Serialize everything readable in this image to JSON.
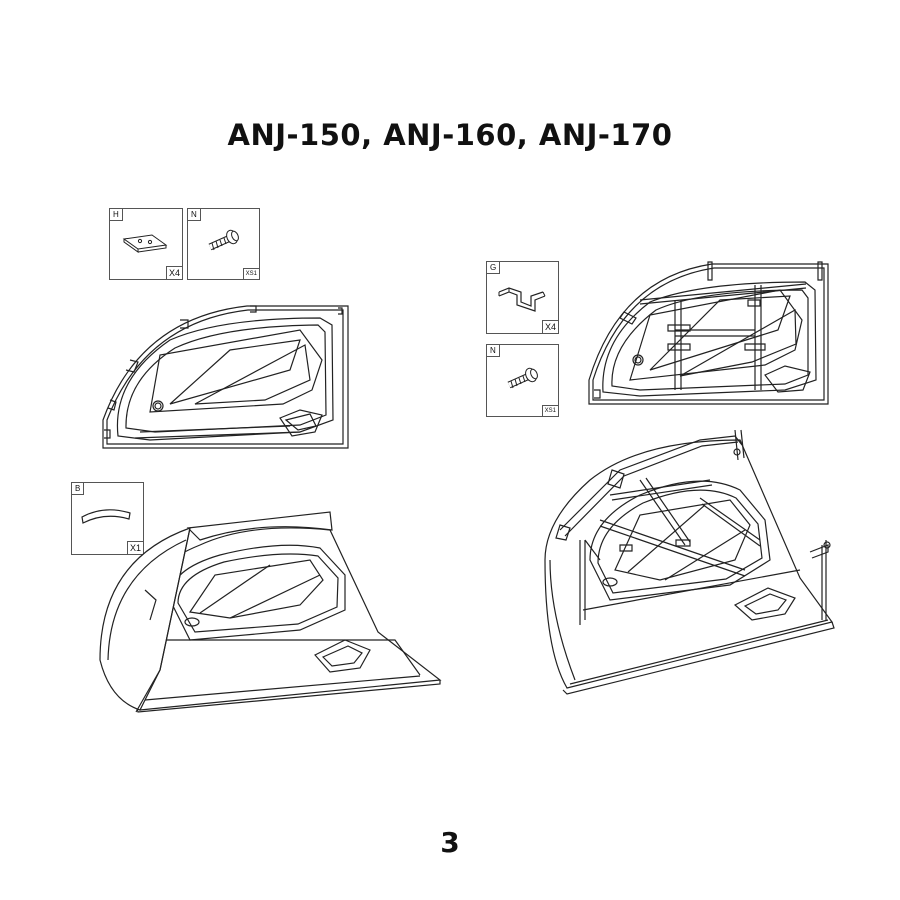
{
  "title": "ANJ-150, ANJ-160, ANJ-170",
  "page_number": "3",
  "parts": {
    "H": {
      "letter": "H",
      "qty": "X4",
      "icon": "mounting-bracket-icon"
    },
    "N_left": {
      "letter": "N",
      "qty": "XS1",
      "icon": "screw-icon"
    },
    "G": {
      "letter": "G",
      "qty": "X4",
      "icon": "u-bracket-icon"
    },
    "N_right": {
      "letter": "N",
      "qty": "XS1",
      "icon": "screw-icon"
    },
    "B": {
      "letter": "B",
      "qty": "X1",
      "icon": "curved-panel-icon"
    }
  }
}
